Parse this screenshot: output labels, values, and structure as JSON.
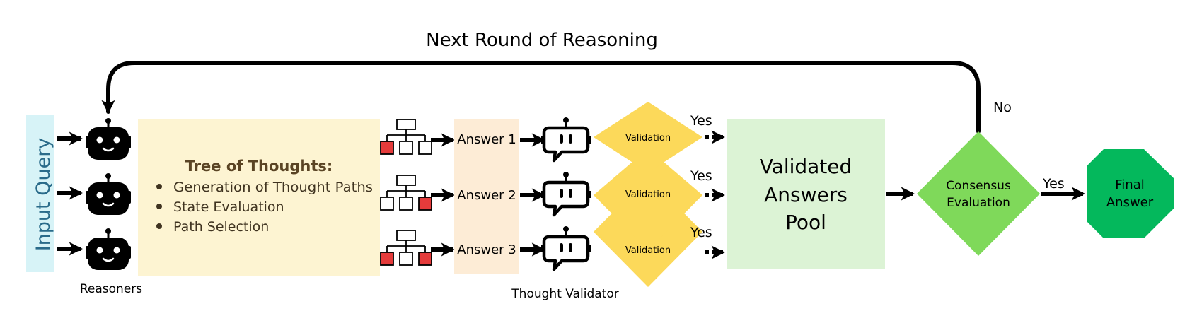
{
  "title": "Next Round of Reasoning",
  "input_label": "Input Query",
  "reasoners_label": "Reasoners",
  "tot": {
    "heading": "Tree of Thoughts:",
    "items": [
      "Generation of Thought Paths",
      "State Evaluation",
      "Path Selection"
    ]
  },
  "answers": [
    "Answer 1",
    "Answer 2",
    "Answer 3"
  ],
  "validator_label": "Thought Validator",
  "validation_label": "Validation",
  "yes_label": "Yes",
  "no_label": "No",
  "pool": {
    "line1": "Validated",
    "line2": "Answers",
    "line3": "Pool"
  },
  "consensus": {
    "line1": "Consensus",
    "line2": "Evaluation"
  },
  "final": {
    "line1": "Final",
    "line2": "Answer"
  },
  "colors": {
    "input_box": "#d7f3f7",
    "tot_box": "#fdf4d2",
    "answer_box": "#fdecd6",
    "validation": "#fcd95a",
    "pool_box": "#dcf3d5",
    "consensus": "#7fd95a",
    "final": "#04b85c",
    "tree_highlight": "#e53b3b"
  }
}
